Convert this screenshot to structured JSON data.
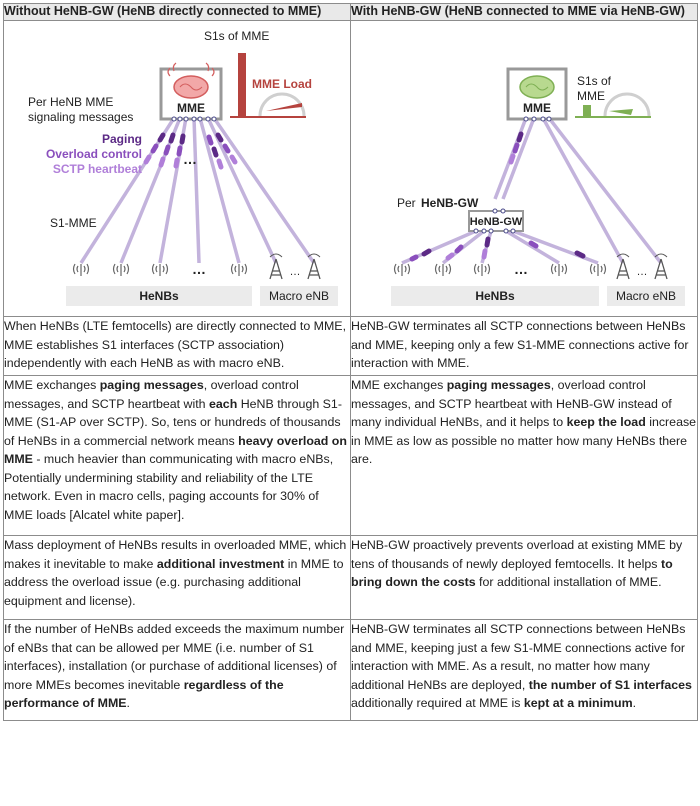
{
  "headers": {
    "left": "Without HeNB-GW (HeNB directly connected to MME)",
    "right": "With HeNB-GW (HeNB connected to MME via HeNB-GW)"
  },
  "left_diagram": {
    "s1s_label": "S1s of MME",
    "mme_label": "MME",
    "mme_load_label": "MME Load",
    "per_henb_label_1": "Per HeNB MME",
    "per_henb_label_2": "signaling messages",
    "paging_label": "Paging",
    "overload_label": "Overload control",
    "sctp_label": "SCTP heartbeat",
    "s1mme_label": "S1-MME",
    "henbs_label": "HeNBs",
    "macro_label": "Macro eNB",
    "ellipsis": "…"
  },
  "right_diagram": {
    "s1s_label_1": "S1s of",
    "s1s_label_2": "MME",
    "mme_label": "MME",
    "per_label": "Per",
    "per_label_bold": "HeNB-GW",
    "gw_label": "HeNB-GW",
    "henbs_label": "HeNBs",
    "macro_label": "Macro eNB",
    "ellipsis": "…"
  },
  "rows": [
    {
      "left": [
        {
          "t": "When HeNBs (LTE femtocells) are directly connected to MME, MME establishes S1 interfaces (SCTP association) independently with each HeNB as with macro eNB.",
          "b": false
        }
      ],
      "right": [
        {
          "t": "HeNB-GW terminates all SCTP connections between HeNBs and MME, keeping only a few S1-MME connections active for interaction with MME.",
          "b": false
        }
      ]
    },
    {
      "left": [
        {
          "t": "MME exchanges ",
          "b": false
        },
        {
          "t": "paging messages",
          "b": true
        },
        {
          "t": ", overload control messages, and SCTP heartbeat with ",
          "b": false
        },
        {
          "t": "each",
          "b": true
        },
        {
          "t": " HeNB through S1-MME (S1-AP over SCTP). So, tens or hundreds of thousands of HeNBs in a commercial network means ",
          "b": false
        },
        {
          "t": "heavy overload on MME",
          "b": true
        },
        {
          "t": " - much heavier than communicating with macro eNBs,  Potentially undermining stability and reliability of the LTE network. Even in macro cells, paging accounts for 30% of MME loads [Alcatel white paper].",
          "b": false
        }
      ],
      "right": [
        {
          "t": "MME exchanges ",
          "b": false
        },
        {
          "t": "paging messages",
          "b": true
        },
        {
          "t": ", overload control messages, and SCTP heartbeat with HeNB-GW instead of many individual HeNBs, and it helps to ",
          "b": false
        },
        {
          "t": "keep the load",
          "b": true
        },
        {
          "t": " increase in MME as low as possible no matter how many HeNBs there are.",
          "b": false
        }
      ]
    },
    {
      "left": [
        {
          "t": "Mass deployment of HeNBs results in overloaded MME, which makes it inevitable to make ",
          "b": false
        },
        {
          "t": "additional investment",
          "b": true
        },
        {
          "t": " in MME to address the overload issue (e.g. purchasing additional equipment and license).",
          "b": false
        }
      ],
      "right": [
        {
          "t": "HeNB-GW proactively prevents overload at existing MME by tens of thousands of newly deployed femtocells. It helps ",
          "b": false
        },
        {
          "t": "to bring down the costs",
          "b": true
        },
        {
          "t": " for additional installation of MME.",
          "b": false
        }
      ]
    },
    {
      "left": [
        {
          "t": "If the number of HeNBs added exceeds the maximum number of eNBs that can be allowed per MME (i.e. number of S1 interfaces), installation (or purchase of additional licenses) of more MMEs becomes inevitable ",
          "b": false
        },
        {
          "t": "regardless of the performance of MME",
          "b": true
        },
        {
          "t": ".",
          "b": false
        }
      ],
      "right": [
        {
          "t": "HeNB-GW terminates all SCTP connections between HeNBs and MME, keeping just a few S1-MME connections active for interaction with MME. As a result, no matter how many additional HeNBs are deployed, ",
          "b": false
        },
        {
          "t": "the number of S1 interfaces",
          "b": true
        },
        {
          "t": " additionally required at MME is ",
          "b": false
        },
        {
          "t": "kept at a minimum",
          "b": true
        },
        {
          "t": ".",
          "b": false
        }
      ]
    }
  ],
  "colors": {
    "line": "#c3b3dc",
    "dark_purple": "#5c2a86",
    "mid_purple": "#8a4fbd",
    "light_purple": "#b07fd9",
    "red": "#b5433e",
    "green": "#7fb054",
    "gray_box": "#ebebeb",
    "border": "#8c8c8c"
  }
}
